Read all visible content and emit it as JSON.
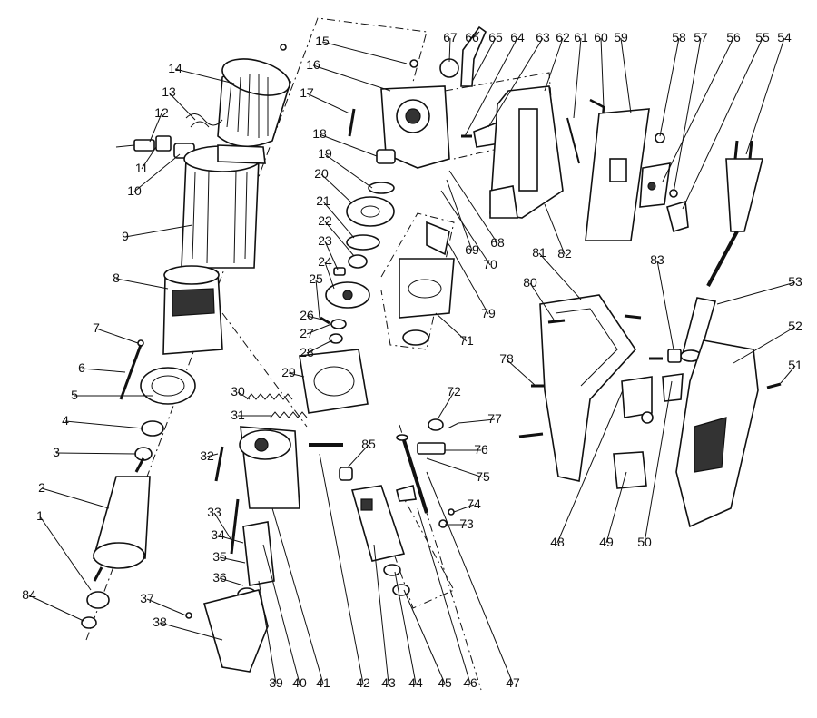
{
  "diagram": {
    "labels": [
      "1",
      "2",
      "3",
      "4",
      "5",
      "6",
      "7",
      "8",
      "9",
      "10",
      "11",
      "12",
      "13",
      "14",
      "15",
      "16",
      "17",
      "18",
      "19",
      "20",
      "21",
      "22",
      "23",
      "24",
      "25",
      "26",
      "27",
      "28",
      "29",
      "30",
      "31",
      "32",
      "33",
      "34",
      "35",
      "36",
      "37",
      "38",
      "39",
      "40",
      "41",
      "42",
      "43",
      "44",
      "45",
      "46",
      "47",
      "48",
      "49",
      "50",
      "51",
      "52",
      "53",
      "54",
      "55",
      "56",
      "57",
      "58",
      "59",
      "60",
      "61",
      "62",
      "63",
      "64",
      "65",
      "66",
      "67",
      "68",
      "69",
      "70",
      "71",
      "72",
      "73",
      "74",
      "75",
      "76",
      "77",
      "78",
      "79",
      "80",
      "81",
      "82",
      "83",
      "84",
      "85"
    ]
  }
}
